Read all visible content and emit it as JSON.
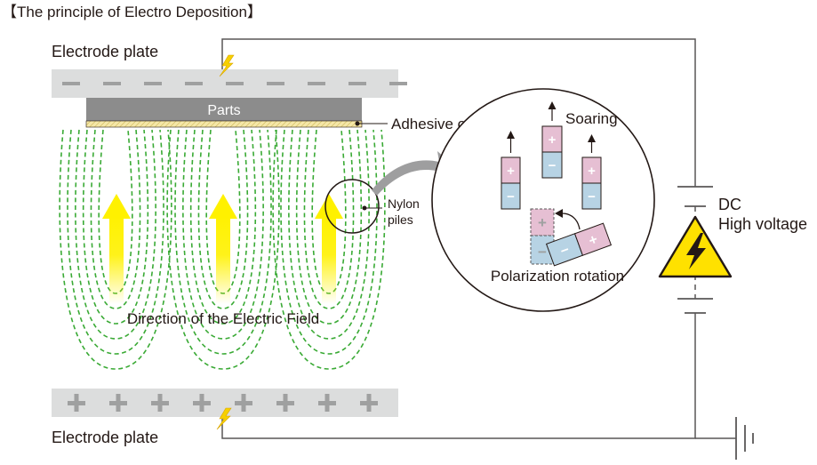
{
  "title": "【The principle of Electro Deposition】",
  "labels": {
    "top_plate": "Electrode plate",
    "bottom_plate": "Electrode plate",
    "parts": "Parts",
    "adhesive": "Adhesive or glue",
    "nylon_line1": "Nylon",
    "nylon_line2": "piles",
    "soaring": "Soaring",
    "polarization": "Polarization rotation",
    "field_direction": "Direction of the Electric Field",
    "dc_line1": "DC",
    "dc_line2": "High voltage"
  },
  "symbols": {
    "plus": "+",
    "minus": "−"
  },
  "colors": {
    "plate": "#dcdddd",
    "plate_sign": "#9fa0a0",
    "parts": "#8c8c8c",
    "adhesive": "#f3e3a0",
    "field_line": "#3aaa35",
    "arrow": "#fff100",
    "wire": "#595757",
    "pile_pink": "#e6bfd3",
    "pile_blue": "#b7d3e4",
    "warning": "#ffe100",
    "spark": "#f6d000"
  },
  "icons": {
    "spark": "lightning-icon",
    "warning": "high-voltage-warning-icon",
    "ground": "ground-icon"
  }
}
